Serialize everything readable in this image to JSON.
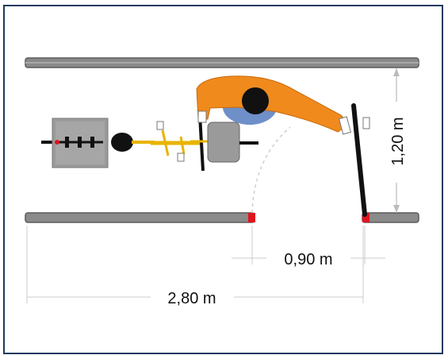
{
  "diagram": {
    "dimensions": {
      "corridor_width": "1,20 m",
      "gate_opening": "0,90 m",
      "total_length": "2,80 m"
    }
  },
  "colors": {
    "frame": "#1f3a5f",
    "rail": "#8a8a8a",
    "rail_edge": "#5a5a5a",
    "post_red": "#e0141e",
    "person_orange": "#f08a1c",
    "person_blue": "#6f8fc8",
    "hair": "#111111",
    "trailer_gray": "#9a9a9a",
    "bike_yellow": "#e8b400",
    "dim_line": "#bbbbbb"
  },
  "icons": {
    "cyclist": "cyclist-top-view-icon",
    "trailer": "trailer-top-view-icon",
    "gate": "swing-gate-icon"
  }
}
